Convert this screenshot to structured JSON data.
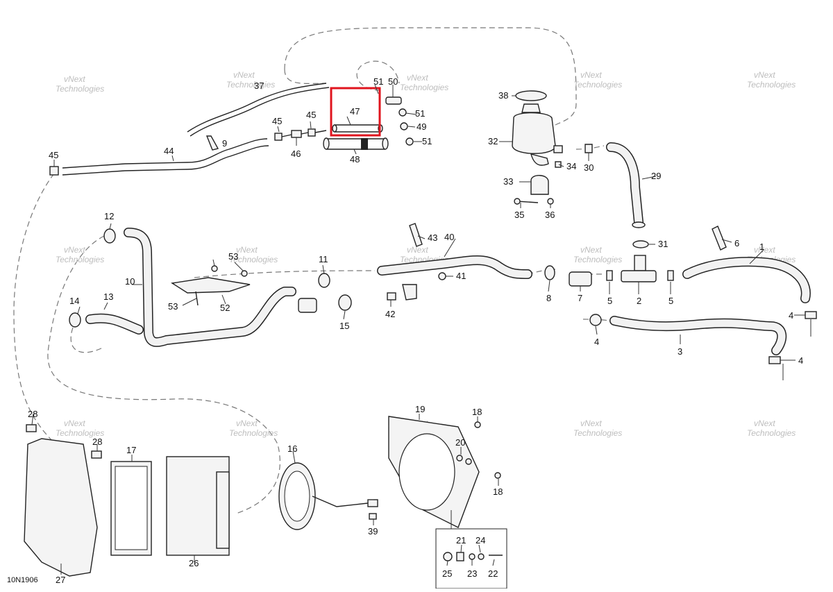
{
  "diagram": {
    "code": "10N1906",
    "watermark": [
      "vNext",
      "Technologies"
    ],
    "highlight": {
      "part": "47",
      "color": "#e0141e"
    },
    "labels": [
      "1",
      "2",
      "3",
      "4",
      "5",
      "6",
      "7",
      "8",
      "9",
      "10",
      "11",
      "12",
      "13",
      "14",
      "15",
      "16",
      "17",
      "18",
      "19",
      "20",
      "21",
      "22",
      "23",
      "24",
      "25",
      "26",
      "27",
      "28",
      "29",
      "30",
      "31",
      "32",
      "33",
      "34",
      "35",
      "36",
      "37",
      "38",
      "39",
      "40",
      "41",
      "42",
      "43",
      "44",
      "45",
      "46",
      "47",
      "48",
      "49",
      "50",
      "51",
      "52",
      "53"
    ]
  }
}
